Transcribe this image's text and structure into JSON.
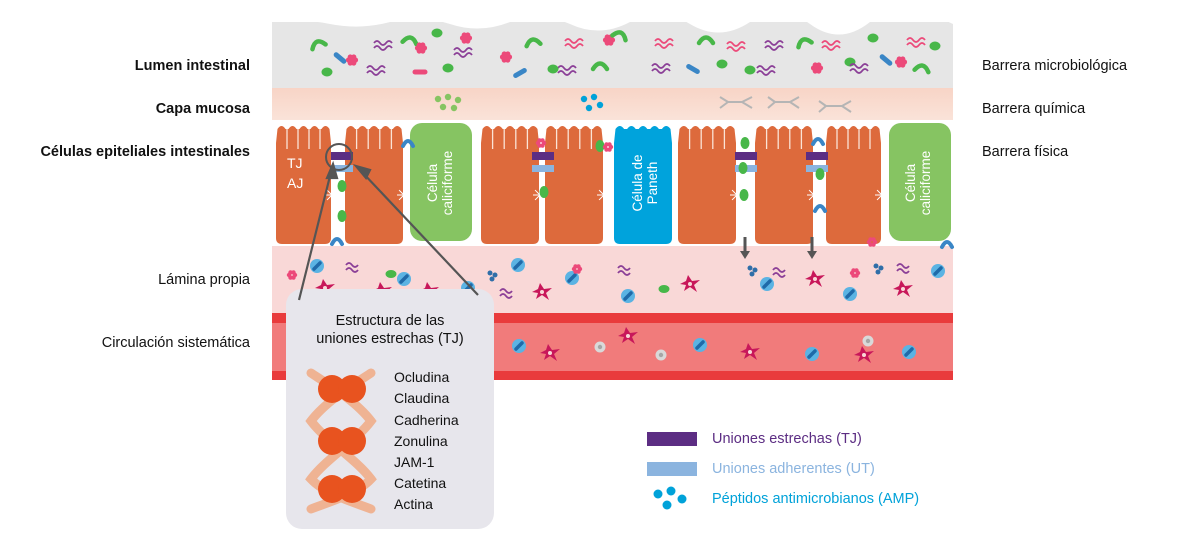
{
  "left_labels": [
    {
      "id": "lumen",
      "text": "Lumen intestinal",
      "bold": true
    },
    {
      "id": "mucus",
      "text": "Capa mucosa",
      "bold": true
    },
    {
      "id": "epithelium",
      "text": "Células epiteliales intestinales",
      "bold": true
    },
    {
      "id": "lamina",
      "text": "Lámina propia",
      "bold": false
    },
    {
      "id": "circulation",
      "text": "Circulación sistemática",
      "bold": false
    }
  ],
  "right_labels": [
    {
      "id": "micro",
      "text": "Barrera microbiológica"
    },
    {
      "id": "chem",
      "text": "Barrera química"
    },
    {
      "id": "phys",
      "text": "Barrera física"
    }
  ],
  "cell_labels": {
    "tj": "TJ",
    "aj": "AJ",
    "goblet": "Célula caliciforme",
    "paneth": "Célula de Paneth"
  },
  "inset": {
    "title_line1": "Estructura de las",
    "title_line2": "uniones estrechas (TJ)",
    "proteins": [
      "Ocludina",
      "Claudina",
      "Cadherina",
      "Zonulina",
      "JAM-1",
      "Catetina",
      "Actina"
    ]
  },
  "legend": [
    {
      "id": "tj",
      "text": "Uniones estrechas (TJ)",
      "color": "#5c2d83",
      "text_color": "#5c2d83",
      "shape": "bar"
    },
    {
      "id": "ut",
      "text": "Uniones adherentes (UT)",
      "color": "#8bb4df",
      "text_color": "#8bb4df",
      "shape": "bar"
    },
    {
      "id": "amp",
      "text": "Péptidos antimicrobianos (AMP)",
      "color": "#00a2d9",
      "text_color": "#00a2d9",
      "shape": "dots"
    }
  ],
  "colors": {
    "lumen": "#e6e6e6",
    "mucus": "#f8d9cd",
    "enterocyte": "#dd6a3c",
    "goblet": "#86c462",
    "paneth": "#00a3dc",
    "lamina": "#f9d8d7",
    "blood": "#f17b7b",
    "vessel_wall": "#e93b3c"
  }
}
